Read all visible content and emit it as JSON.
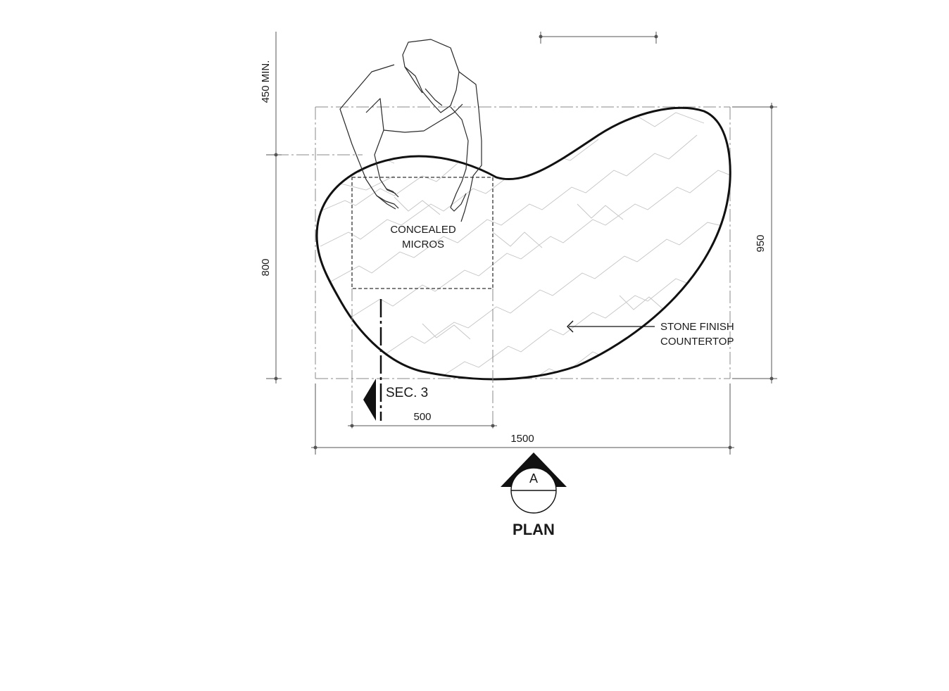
{
  "labels": {
    "concealed_line1": "CONCEALED",
    "concealed_line2": "MICROS",
    "stone_line1": "STONE FINISH",
    "stone_line2": "COUNTERTOP",
    "section": "SEC. 3",
    "view_letter": "A",
    "title": "PLAN"
  },
  "dimensions": {
    "clearance": "450 MIN.",
    "depth_left": "800",
    "depth_right": "950",
    "micro_width": "500",
    "total_width": "1500"
  },
  "icons": {
    "person": "person-top-view-icon",
    "section_marker": "section-cut-arrow-icon",
    "view_marker": "view-reference-marker-icon",
    "leader_arrow": "leader-arrow-icon"
  },
  "colors": {
    "line": "#1a1a1a",
    "dimension": "#555555",
    "grain": "#c4c4c4"
  }
}
